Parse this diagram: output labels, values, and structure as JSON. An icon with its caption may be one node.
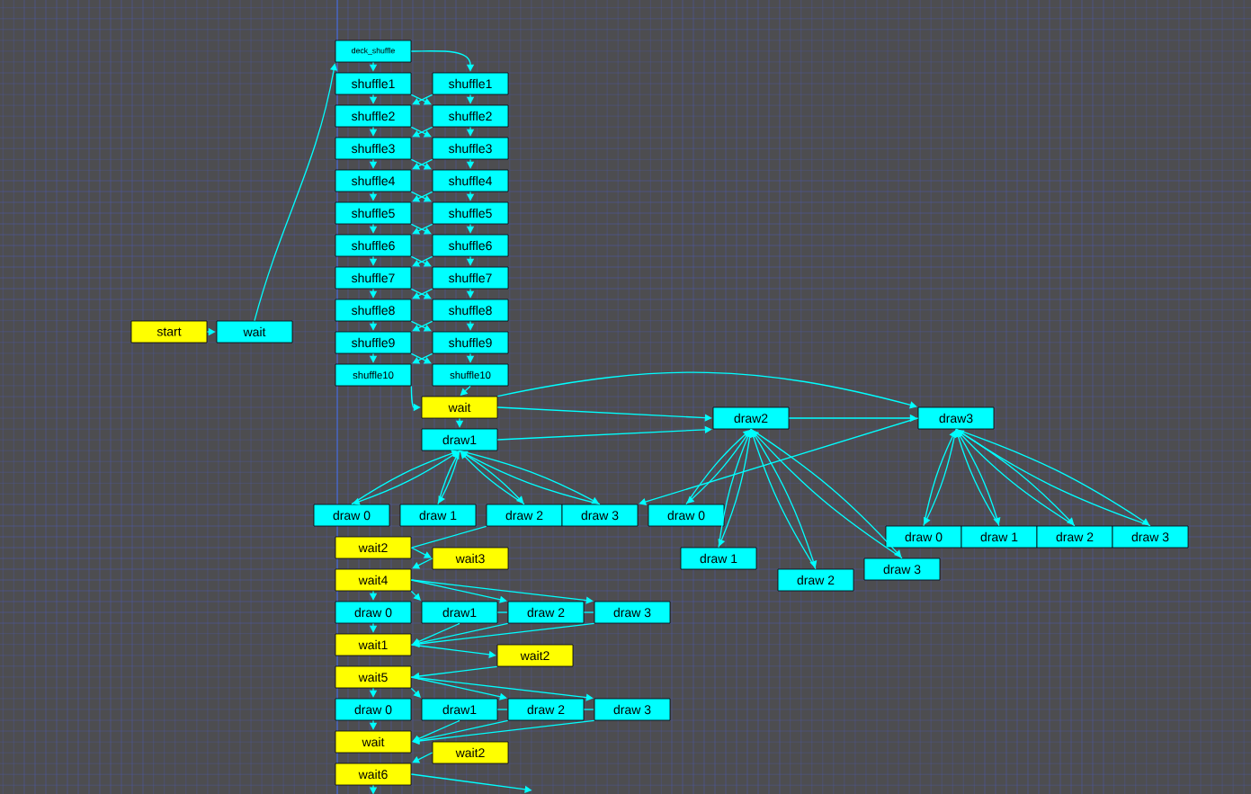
{
  "diagram": {
    "nodes": [
      {
        "text": [
          "start"
        ]
      },
      {
        "text": [
          "wait"
        ]
      },
      {
        "text": [
          "deck_shuffle"
        ]
      },
      {
        "text": [
          "shuffle1"
        ]
      },
      {
        "text": [
          "shuffle1"
        ]
      },
      {
        "text": [
          "shuffle2"
        ]
      },
      {
        "text": [
          "shuffle2"
        ]
      },
      {
        "text": [
          "shuffle3"
        ]
      },
      {
        "text": [
          "shuffle3"
        ]
      },
      {
        "text": [
          "shuffle4"
        ]
      },
      {
        "text": [
          "shuffle4"
        ]
      },
      {
        "text": [
          "shuffle5"
        ]
      },
      {
        "text": [
          "shuffle5"
        ]
      },
      {
        "text": [
          "shuffle6"
        ]
      },
      {
        "text": [
          "shuffle6"
        ]
      },
      {
        "text": [
          "shuffle7"
        ]
      },
      {
        "text": [
          "shuffle7"
        ]
      },
      {
        "text": [
          "shuffle8"
        ]
      },
      {
        "text": [
          "shuffle8"
        ]
      },
      {
        "text": [
          "shuffle9"
        ]
      },
      {
        "text": [
          "shuffle9"
        ]
      },
      {
        "text": [
          "shuffle10"
        ]
      },
      {
        "text": [
          "shuffle10"
        ]
      },
      {
        "text": [
          "wait"
        ]
      },
      {
        "text": [
          "draw1"
        ]
      },
      {
        "text": [
          "draw2"
        ]
      },
      {
        "text": [
          "draw3"
        ]
      },
      {
        "text": [
          "draw 0"
        ]
      },
      {
        "text": [
          "draw 1"
        ]
      },
      {
        "text": [
          "draw 2"
        ]
      },
      {
        "text": [
          "draw 3"
        ]
      },
      {
        "text": [
          "draw 0"
        ]
      },
      {
        "text": [
          "draw 1"
        ]
      },
      {
        "text": [
          "draw 2"
        ]
      },
      {
        "text": [
          "draw 3"
        ]
      },
      {
        "text": [
          "draw 0"
        ]
      },
      {
        "text": [
          "draw 1"
        ]
      },
      {
        "text": [
          "draw 2"
        ]
      },
      {
        "text": [
          "draw 3"
        ]
      },
      {
        "text": [
          "wait2"
        ]
      },
      {
        "text": [
          "wait3"
        ]
      },
      {
        "text": [
          "wait4"
        ]
      },
      {
        "text": [
          "draw 0"
        ]
      },
      {
        "text": [
          "draw1"
        ]
      },
      {
        "text": [
          "draw 2"
        ]
      },
      {
        "text": [
          "draw 3"
        ]
      },
      {
        "text": [
          "wait1"
        ]
      },
      {
        "text": [
          "wait2"
        ]
      },
      {
        "text": [
          "wait5"
        ]
      },
      {
        "text": [
          "draw 0"
        ]
      },
      {
        "text": [
          "draw1"
        ]
      },
      {
        "text": [
          "draw 2"
        ]
      },
      {
        "text": [
          "draw 3"
        ]
      },
      {
        "text": [
          "wait"
        ]
      },
      {
        "text": [
          "wait2"
        ]
      },
      {
        "text": [
          "wait6"
        ]
      }
    ],
    "edges": [
      {
        "from": 0,
        "to": 1,
        "arrow": "to"
      },
      {
        "from": 1,
        "to": 2,
        "arrow": "to"
      },
      {
        "from": 2,
        "to": 3,
        "arrow": "to"
      },
      {
        "from": 2,
        "to": 4,
        "arrow": "to"
      },
      {
        "from": 3,
        "to": 5,
        "arrow": "to"
      },
      {
        "from": 4,
        "to": 6,
        "arrow": "to"
      },
      {
        "from": 3,
        "to": 6,
        "arrow": "to"
      },
      {
        "from": 4,
        "to": 5,
        "arrow": "to"
      },
      {
        "from": 5,
        "to": 7,
        "arrow": "to"
      },
      {
        "from": 6,
        "to": 8,
        "arrow": "to"
      },
      {
        "from": 5,
        "to": 8,
        "arrow": "to"
      },
      {
        "from": 6,
        "to": 7,
        "arrow": "to"
      },
      {
        "from": 7,
        "to": 9,
        "arrow": "to"
      },
      {
        "from": 8,
        "to": 10,
        "arrow": "to"
      },
      {
        "from": 7,
        "to": 10,
        "arrow": "to"
      },
      {
        "from": 8,
        "to": 9,
        "arrow": "to"
      },
      {
        "from": 9,
        "to": 11,
        "arrow": "to"
      },
      {
        "from": 10,
        "to": 12,
        "arrow": "to"
      },
      {
        "from": 9,
        "to": 12,
        "arrow": "to"
      },
      {
        "from": 10,
        "to": 11,
        "arrow": "to"
      },
      {
        "from": 11,
        "to": 13,
        "arrow": "to"
      },
      {
        "from": 12,
        "to": 14,
        "arrow": "to"
      },
      {
        "from": 11,
        "to": 14,
        "arrow": "to"
      },
      {
        "from": 12,
        "to": 13,
        "arrow": "to"
      },
      {
        "from": 13,
        "to": 15,
        "arrow": "to"
      },
      {
        "from": 14,
        "to": 16,
        "arrow": "to"
      },
      {
        "from": 13,
        "to": 16,
        "arrow": "to"
      },
      {
        "from": 14,
        "to": 15,
        "arrow": "to"
      },
      {
        "from": 15,
        "to": 17,
        "arrow": "to"
      },
      {
        "from": 16,
        "to": 18,
        "arrow": "to"
      },
      {
        "from": 15,
        "to": 18,
        "arrow": "to"
      },
      {
        "from": 16,
        "to": 17,
        "arrow": "to"
      },
      {
        "from": 17,
        "to": 19,
        "arrow": "to"
      },
      {
        "from": 18,
        "to": 20,
        "arrow": "to"
      },
      {
        "from": 17,
        "to": 20,
        "arrow": "to"
      },
      {
        "from": 18,
        "to": 19,
        "arrow": "to"
      },
      {
        "from": 19,
        "to": 21,
        "arrow": "to"
      },
      {
        "from": 20,
        "to": 22,
        "arrow": "to"
      },
      {
        "from": 19,
        "to": 22,
        "arrow": "to"
      },
      {
        "from": 20,
        "to": 21,
        "arrow": "to"
      },
      {
        "from": 21,
        "to": 23,
        "arrow": "to"
      },
      {
        "from": 22,
        "to": 23,
        "arrow": "to"
      },
      {
        "from": 23,
        "to": 24,
        "arrow": "to"
      },
      {
        "from": 23,
        "to": 25,
        "arrow": "to"
      },
      {
        "from": 23,
        "to": 26,
        "arrow": "to"
      },
      {
        "from": 24,
        "to": 25,
        "arrow": "to"
      },
      {
        "from": 25,
        "to": 26,
        "arrow": "to"
      },
      {
        "from": 24,
        "to": 27,
        "arrow": "to"
      },
      {
        "from": 27,
        "to": 24,
        "arrow": "to"
      },
      {
        "from": 24,
        "to": 28,
        "arrow": "to"
      },
      {
        "from": 28,
        "to": 24,
        "arrow": "to"
      },
      {
        "from": 24,
        "to": 29,
        "arrow": "to"
      },
      {
        "from": 29,
        "to": 24,
        "arrow": "to"
      },
      {
        "from": 24,
        "to": 30,
        "arrow": "to"
      },
      {
        "from": 30,
        "to": 24,
        "arrow": "to"
      },
      {
        "from": 25,
        "to": 31,
        "arrow": "to"
      },
      {
        "from": 31,
        "to": 25,
        "arrow": "to"
      },
      {
        "from": 25,
        "to": 32,
        "arrow": "to"
      },
      {
        "from": 32,
        "to": 25,
        "arrow": "to"
      },
      {
        "from": 25,
        "to": 33,
        "arrow": "to"
      },
      {
        "from": 33,
        "to": 25,
        "arrow": "to"
      },
      {
        "from": 25,
        "to": 34,
        "arrow": "to"
      },
      {
        "from": 34,
        "to": 25,
        "arrow": "to"
      },
      {
        "from": 26,
        "to": 35,
        "arrow": "to"
      },
      {
        "from": 35,
        "to": 26,
        "arrow": "to"
      },
      {
        "from": 26,
        "to": 36,
        "arrow": "to"
      },
      {
        "from": 36,
        "to": 26,
        "arrow": "to"
      },
      {
        "from": 26,
        "to": 37,
        "arrow": "to"
      },
      {
        "from": 37,
        "to": 26,
        "arrow": "to"
      },
      {
        "from": 26,
        "to": 38,
        "arrow": "to"
      },
      {
        "from": 38,
        "to": 26,
        "arrow": "to"
      },
      {
        "from": 26,
        "to": 30,
        "arrow": "to"
      },
      {
        "from": 29,
        "to": 39,
        "arrow": "none"
      },
      {
        "from": 39,
        "to": 40,
        "arrow": "to"
      },
      {
        "from": 40,
        "to": 41,
        "arrow": "to"
      },
      {
        "from": 41,
        "to": 42,
        "arrow": "to"
      },
      {
        "from": 41,
        "to": 43,
        "arrow": "to"
      },
      {
        "from": 41,
        "to": 44,
        "arrow": "to"
      },
      {
        "from": 41,
        "to": 45,
        "arrow": "to"
      },
      {
        "from": 43,
        "to": 44,
        "arrow": "none"
      },
      {
        "from": 44,
        "to": 45,
        "arrow": "none"
      },
      {
        "from": 42,
        "to": 46,
        "arrow": "to"
      },
      {
        "from": 43,
        "to": 46,
        "arrow": "to"
      },
      {
        "from": 44,
        "to": 46,
        "arrow": "to"
      },
      {
        "from": 45,
        "to": 46,
        "arrow": "to"
      },
      {
        "from": 46,
        "to": 47,
        "arrow": "to"
      },
      {
        "from": 47,
        "to": 48,
        "arrow": "to"
      },
      {
        "from": 48,
        "to": 49,
        "arrow": "to"
      },
      {
        "from": 48,
        "to": 50,
        "arrow": "to"
      },
      {
        "from": 48,
        "to": 51,
        "arrow": "to"
      },
      {
        "from": 48,
        "to": 52,
        "arrow": "to"
      },
      {
        "from": 50,
        "to": 51,
        "arrow": "none"
      },
      {
        "from": 51,
        "to": 52,
        "arrow": "none"
      },
      {
        "from": 49,
        "to": 53,
        "arrow": "to"
      },
      {
        "from": 50,
        "to": 53,
        "arrow": "to"
      },
      {
        "from": 51,
        "to": 53,
        "arrow": "to"
      },
      {
        "from": 52,
        "to": 53,
        "arrow": "to"
      },
      {
        "from": 54,
        "to": 55,
        "arrow": "to"
      },
      {
        "from": 55,
        "to": null,
        "arrow": "to"
      },
      {
        "from": 55,
        "to": null,
        "arrow": "to"
      }
    ]
  }
}
